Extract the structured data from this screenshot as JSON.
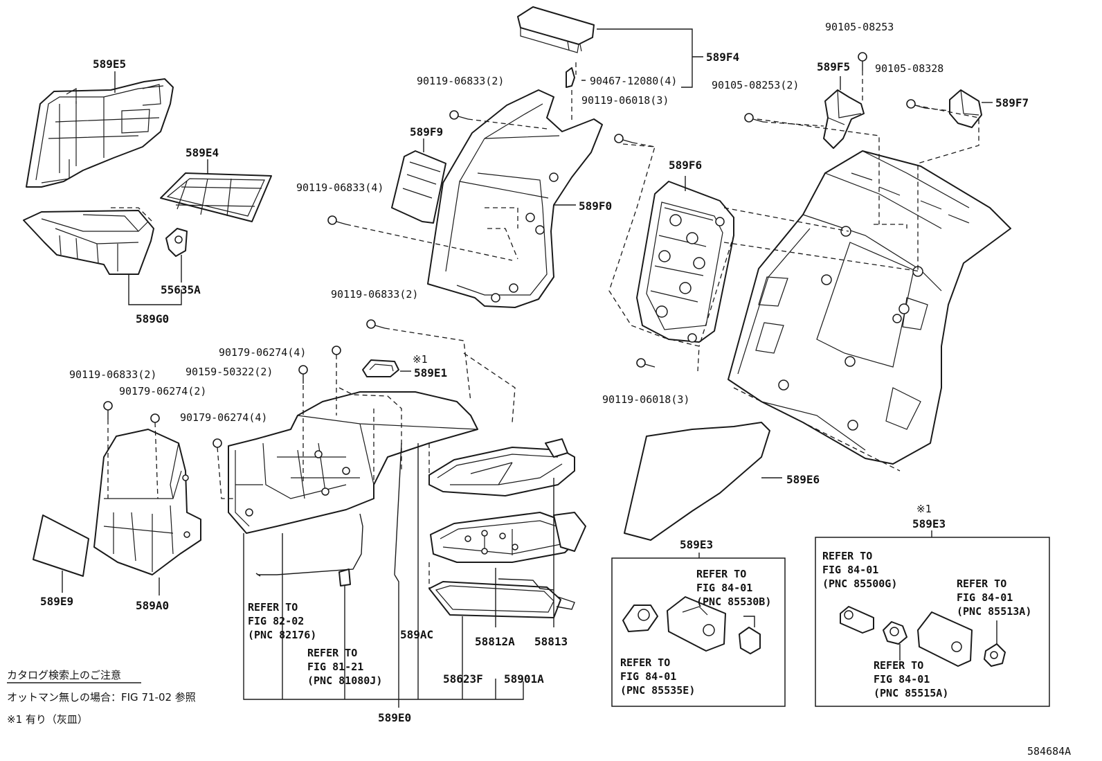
{
  "diagram": {
    "labels": {
      "p589E5": "589E5",
      "p589E4": "589E4",
      "p55635A": "55635A",
      "p589G0": "589G0",
      "p589F9": "589F9",
      "p589F0": "589F0",
      "p589F4": "589F4",
      "p589F5": "589F5",
      "p589F7": "589F7",
      "p589F6": "589F6",
      "p589E1": "589E1",
      "p589E6": "589E6",
      "p589E9": "589E9",
      "p589A0": "589A0",
      "p589AC": "589AC",
      "p58812A": "58812A",
      "p58813": "58813",
      "p58623F": "58623F",
      "p58901A": "58901A",
      "p589E0": "589E0",
      "p589E3_left": "589E3",
      "p589E3_right": "589E3",
      "b90119_06833_2_top": "90119-06833(2)",
      "b90467_12080_4": "90467-12080(4)",
      "b90119_06018_3_top": "90119-06018(3)",
      "b90105_08253": "90105-08253",
      "b90105_08253_2": "90105-08253(2)",
      "b90105_08328": "90105-08328",
      "b90119_06833_4": "90119-06833(4)",
      "b90119_06833_2_mid": "90119-06833(2)",
      "b90179_06274_4_top": "90179-06274(4)",
      "b90159_50322_2": "90159-50322(2)",
      "b90119_06833_2_left": "90119-06833(2)",
      "b90179_06274_2": "90179-06274(2)",
      "b90179_06274_4_left": "90179-06274(4)",
      "b90119_06018_3_bottom": "90119-06018(3)",
      "mark_e1": "※1",
      "mark_e3": "※1"
    },
    "references": {
      "ref_82176": [
        "REFER TO",
        "FIG 82-02",
        "(PNC 82176)"
      ],
      "ref_81080J": [
        "REFER TO",
        "FIG 81-21",
        "(PNC 81080J)"
      ],
      "ref_85530B": [
        "REFER TO",
        "FIG 84-01",
        "(PNC 85530B)"
      ],
      "ref_85535E": [
        "REFER TO",
        "FIG 84-01",
        "(PNC 85535E)"
      ],
      "ref_85500G": [
        "REFER TO",
        "FIG 84-01",
        "(PNC 85500G)"
      ],
      "ref_85513A": [
        "REFER TO",
        "FIG 84-01",
        "(PNC 85513A)"
      ],
      "ref_85515A": [
        "REFER TO",
        "FIG 84-01",
        "(PNC 85515A)"
      ]
    },
    "notes": {
      "heading": "カタログ検索上のご注意",
      "line1": "オットマン無しの場合：FIG 71-02 参照",
      "line2": "※1 有り（灰皿）"
    },
    "figure_id": "584684A"
  }
}
